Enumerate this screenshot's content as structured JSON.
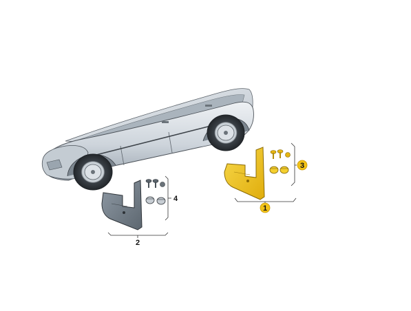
{
  "figure": {
    "type": "exploded-parts-diagram",
    "subject": "car mud flaps"
  },
  "callouts": [
    {
      "id": "1",
      "label": "1",
      "highlighted": true
    },
    {
      "id": "2",
      "label": "2",
      "highlighted": false
    },
    {
      "id": "3",
      "label": "3",
      "highlighted": true
    },
    {
      "id": "4",
      "label": "4",
      "highlighted": false
    }
  ],
  "colors": {
    "highlight": "#f2c318",
    "highlight_dark": "#c99a0a",
    "body_light": "#d7dde3",
    "body_dark": "#8c97a2",
    "outline": "#3a3f45",
    "tyre": "#2e3338",
    "background": "#ffffff"
  }
}
